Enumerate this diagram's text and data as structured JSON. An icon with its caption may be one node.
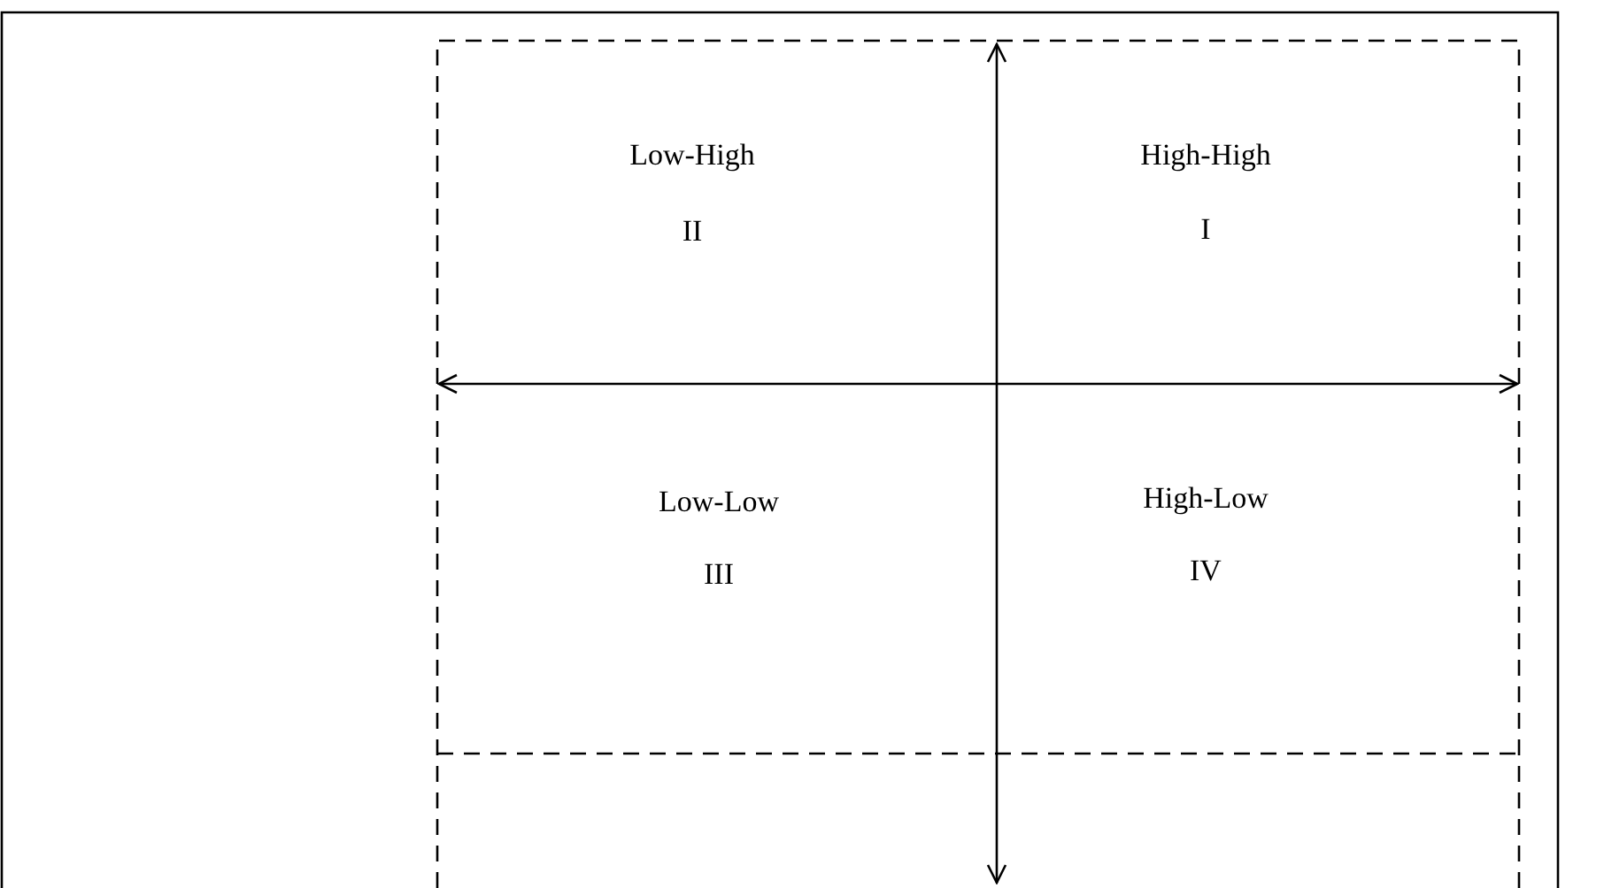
{
  "diagram": {
    "labels": [
      "Low-High",
      "High-High",
      "II",
      "I",
      "Low-Low",
      "High-Low",
      "III",
      "IV"
    ]
  }
}
